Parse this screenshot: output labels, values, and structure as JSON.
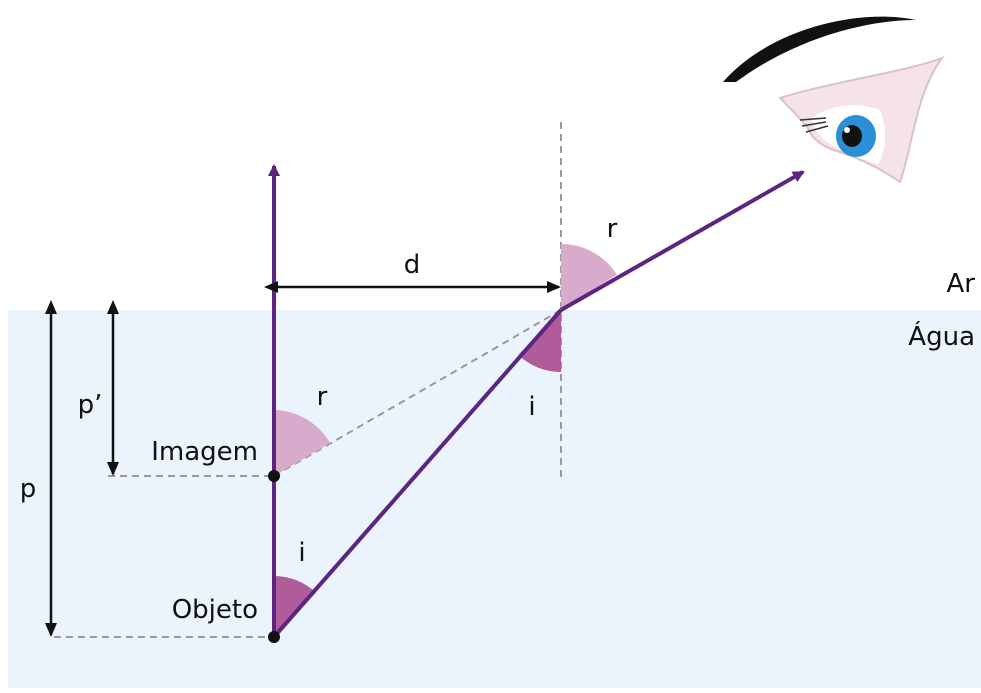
{
  "labels": {
    "air": "Ar",
    "water": "Água",
    "distance": "d",
    "image": "Imagem",
    "object": "Objeto",
    "image_depth": "p’",
    "object_depth": "p",
    "refraction_angle": "r",
    "incidence_angle": "i"
  },
  "colors": {
    "water": "#ebf3fd",
    "ray": "#5b2580",
    "angle_incidence": "#b05b9a",
    "angle_refraction": "#d8aacb",
    "dashed": "#9a9a9a",
    "iris": "#2a8fd6"
  }
}
